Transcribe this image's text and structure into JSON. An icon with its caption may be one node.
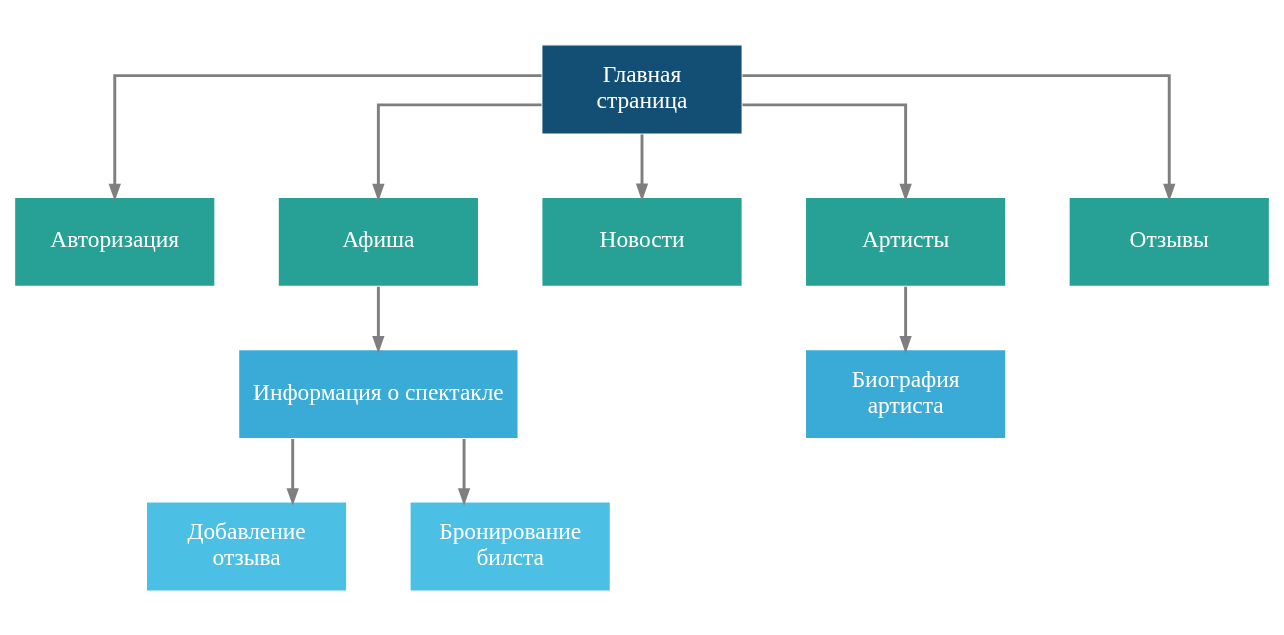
{
  "diagram": {
    "nodes": [
      {
        "text": [
          "Главная страница"
        ]
      },
      {
        "text": [
          "Авторизация"
        ]
      },
      {
        "text": [
          "Афиша"
        ]
      },
      {
        "text": [
          "Новости"
        ]
      },
      {
        "text": [
          "Артисты"
        ]
      },
      {
        "text": [
          "Отзывы"
        ]
      },
      {
        "text": [
          "Информация о спектакле"
        ]
      },
      {
        "text": [
          "Биография артиста"
        ]
      },
      {
        "text": [
          "Добавление отзыва"
        ]
      },
      {
        "text": [
          "Бронирование билста"
        ]
      }
    ],
    "edges": [
      {
        "from": 0,
        "to": 1,
        "arrow": "to"
      },
      {
        "from": 0,
        "to": 2,
        "arrow": "to"
      },
      {
        "from": 0,
        "to": 3,
        "arrow": "to"
      },
      {
        "from": 0,
        "to": 4,
        "arrow": "to"
      },
      {
        "from": 0,
        "to": 5,
        "arrow": "to"
      },
      {
        "from": 2,
        "to": 6,
        "arrow": "to"
      },
      {
        "from": 4,
        "to": 7,
        "arrow": "to"
      },
      {
        "from": 6,
        "to": 8,
        "arrow": "to"
      },
      {
        "from": 6,
        "to": 9,
        "arrow": "to"
      }
    ]
  }
}
